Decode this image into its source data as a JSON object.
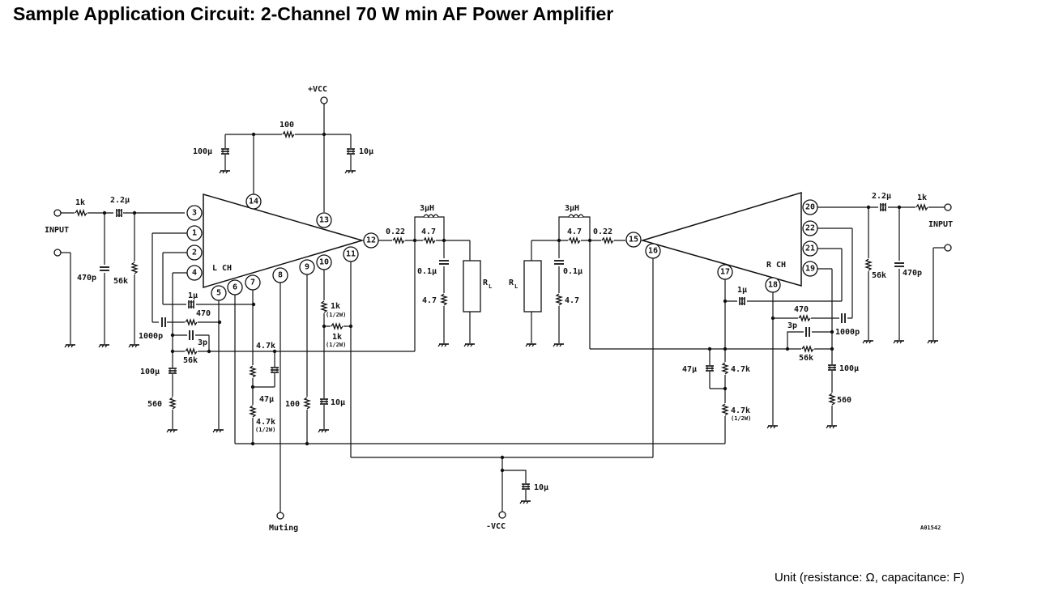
{
  "title": "Sample Application Circuit: 2-Channel 70 W min AF Power Amplifier",
  "unit_note": "Unit (resistance: Ω, capacitance: F)",
  "drawing_code": "A01542",
  "supply": {
    "positive": "+VCC",
    "negative": "-VCC",
    "muting": "Muting"
  },
  "left_channel": {
    "label": "L  CH",
    "input_label": "INPUT",
    "pins": [
      "3",
      "1",
      "2",
      "4",
      "5",
      "6",
      "7",
      "8",
      "9",
      "10",
      "11",
      "12",
      "13",
      "14"
    ],
    "components": {
      "r_input": "1k",
      "c_input": "2.2µ",
      "c_shunt": "470p",
      "r_bias": "56k",
      "c_boot": "1µ",
      "r_fb": "470",
      "c_fb": "1000p",
      "c_comp": "3p",
      "r_fb2": "56k",
      "c_nf": "100µ",
      "r_nf": "560",
      "r_47k_a": "4.7k",
      "c_47": "47µ",
      "r_47k_b": "4.7k",
      "r_47k_b_rating": "(1/2W)",
      "r_100": "100",
      "c_10": "10µ",
      "r_1k_a": "1k",
      "r_1k_a_rating": "(1/2W)",
      "r_1k_b": "1k",
      "r_1k_b_rating": "(1/2W)",
      "r_out": "0.22",
      "l_out": "3µH",
      "r_damp": "4.7",
      "c_zobel": "0.1µ",
      "r_zobel": "4.7",
      "load": "R",
      "load_sub": "L"
    }
  },
  "right_channel": {
    "label": "R  CH",
    "input_label": "INPUT",
    "pins": [
      "20",
      "22",
      "21",
      "19",
      "18",
      "17",
      "16",
      "15"
    ],
    "components": {
      "r_input": "1k",
      "c_input": "2.2µ",
      "c_shunt": "470p",
      "r_bias": "56k",
      "c_boot": "1µ",
      "r_fb": "470",
      "c_fb": "1000p",
      "c_comp": "3p",
      "r_fb2": "56k",
      "c_nf": "100µ",
      "r_nf": "560",
      "r_47k_a": "4.7k",
      "c_47": "47µ",
      "r_47k_b": "4.7k",
      "r_47k_b_rating": "(1/2W)",
      "r_out": "0.22",
      "l_out": "3µH",
      "r_damp": "4.7",
      "c_zobel": "0.1µ",
      "r_zobel": "4.7",
      "load": "R",
      "load_sub": "L"
    }
  },
  "supply_decoupling": {
    "r_vcc": "100",
    "c_vcc_left": "100µ",
    "c_vcc_right": "10µ",
    "c_neg": "10µ"
  }
}
